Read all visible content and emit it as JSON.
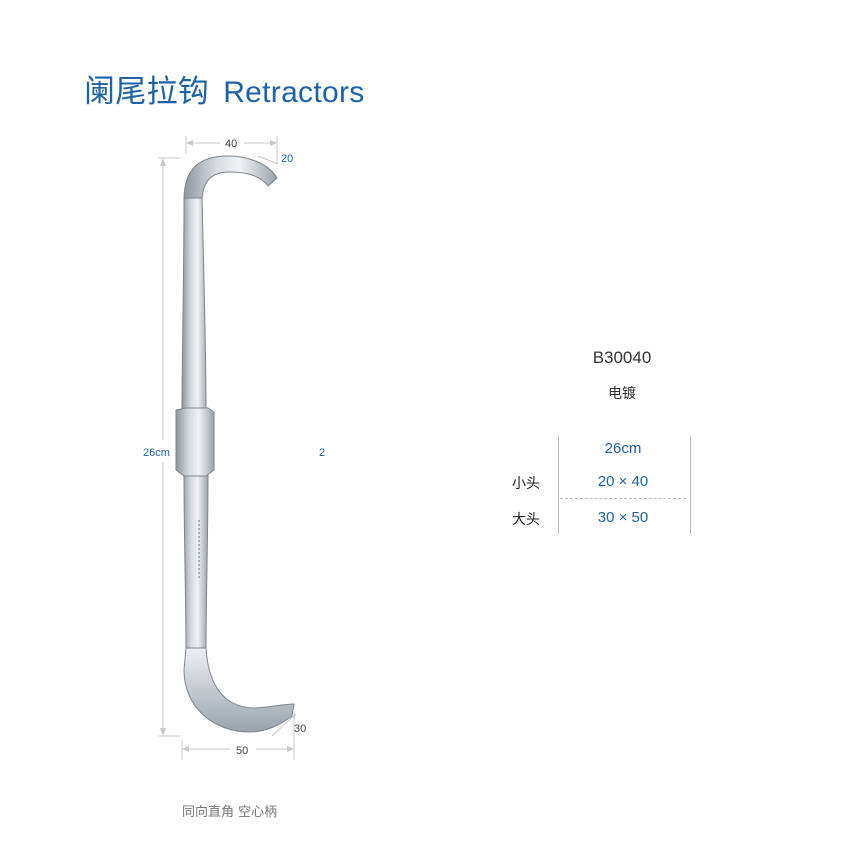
{
  "title": {
    "zh": "阑尾拉钩",
    "en": "Retractors"
  },
  "drawing": {
    "length_label": "26cm",
    "top_width_label": "40",
    "top_depth_label": "20",
    "bottom_width_label": "50",
    "bottom_depth_label": "30",
    "stray_label": "2"
  },
  "product": {
    "model": "B30040",
    "finish": "电镀",
    "length": "26cm",
    "rows": [
      {
        "label": "小头",
        "value": "20 × 40"
      },
      {
        "label": "大头",
        "value": "30 × 50"
      }
    ]
  },
  "caption": "同向直角 空心柄",
  "colors": {
    "accent": "#1d62a8",
    "steel": "#b9c0c7"
  }
}
